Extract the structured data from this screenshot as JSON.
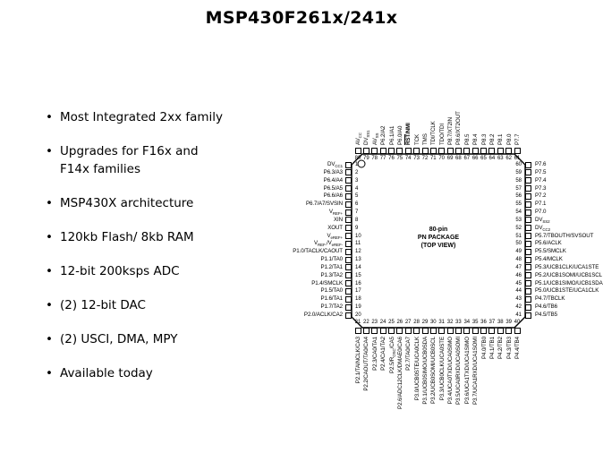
{
  "colors": {
    "text": "#000000",
    "background": "#ffffff"
  },
  "title": "MSP430F261x/241x",
  "bullets": [
    "Most Integrated 2xx family",
    "Upgrades for F16x and\nF14x families",
    "MSP430X architecture",
    "120kb Flash/ 8kb RAM",
    "12-bit 200ksps ADC",
    "(2) 12-bit DAC",
    "(2) USCI, DMA, MPY",
    "Available today"
  ],
  "chip": {
    "package_lines": [
      "80-pin",
      "PN PACKAGE",
      "(TOP VIEW)"
    ],
    "left_pins": [
      {
        "num": 1,
        "label": "DV{CC1}"
      },
      {
        "num": 2,
        "label": "P6.3/A3"
      },
      {
        "num": 3,
        "label": "P6.4/A4"
      },
      {
        "num": 4,
        "label": "P6.5/A5"
      },
      {
        "num": 5,
        "label": "P6.6/A6"
      },
      {
        "num": 6,
        "label": "P6.7/A7/SVSIN"
      },
      {
        "num": 7,
        "label": "V{REF+}"
      },
      {
        "num": 8,
        "label": "XIN"
      },
      {
        "num": 9,
        "label": "XOUT"
      },
      {
        "num": 10,
        "label": "V{eREF+}"
      },
      {
        "num": 11,
        "label": "V{REF-}/V{eREF-}"
      },
      {
        "num": 12,
        "label": "P1.0/TACLK/CAOUT"
      },
      {
        "num": 13,
        "label": "P1.1/TA0"
      },
      {
        "num": 14,
        "label": "P1.2/TA1"
      },
      {
        "num": 15,
        "label": "P1.3/TA2"
      },
      {
        "num": 16,
        "label": "P1.4/SMCLK"
      },
      {
        "num": 17,
        "label": "P1.5/TA0"
      },
      {
        "num": 18,
        "label": "P1.6/TA1"
      },
      {
        "num": 19,
        "label": "P1.7/TA2"
      },
      {
        "num": 20,
        "label": "P2.0/ACLK/CA2"
      }
    ],
    "top_pins": [
      {
        "num": 80,
        "label": "AV{CC}"
      },
      {
        "num": 79,
        "label": "DV{SS1}"
      },
      {
        "num": 78,
        "label": "AV{SS}"
      },
      {
        "num": 77,
        "label": "P6.2/A2"
      },
      {
        "num": 76,
        "label": "P6.1/A1"
      },
      {
        "num": 75,
        "label": "P6.0/A0"
      },
      {
        "num": 74,
        "label": "[RST]/NMI",
        "bold": true
      },
      {
        "num": 73,
        "label": "TCK"
      },
      {
        "num": 72,
        "label": "TMS"
      },
      {
        "num": 71,
        "label": "TDI/TCLK"
      },
      {
        "num": 70,
        "label": "TDO/TDI"
      },
      {
        "num": 69,
        "label": "P8.7/XT2IN"
      },
      {
        "num": 68,
        "label": "P8.6/XT2OUT"
      },
      {
        "num": 67,
        "label": "P8.5"
      },
      {
        "num": 66,
        "label": "P8.4"
      },
      {
        "num": 65,
        "label": "P8.3"
      },
      {
        "num": 64,
        "label": "P8.2"
      },
      {
        "num": 63,
        "label": "P8.1"
      },
      {
        "num": 62,
        "label": "P8.0"
      },
      {
        "num": 61,
        "label": "P7.7"
      }
    ],
    "right_pins": [
      {
        "num": 60,
        "label": "P7.6"
      },
      {
        "num": 59,
        "label": "P7.5"
      },
      {
        "num": 58,
        "label": "P7.4"
      },
      {
        "num": 57,
        "label": "P7.3"
      },
      {
        "num": 56,
        "label": "P7.2"
      },
      {
        "num": 55,
        "label": "P7.1"
      },
      {
        "num": 54,
        "label": "P7.0"
      },
      {
        "num": 53,
        "label": "DV{SS2}"
      },
      {
        "num": 52,
        "label": "DV{CC2}"
      },
      {
        "num": 51,
        "label": "P5.7/TBOUTH/SVSOUT"
      },
      {
        "num": 50,
        "label": "P5.6/ACLK"
      },
      {
        "num": 49,
        "label": "P5.5/SMCLK"
      },
      {
        "num": 48,
        "label": "P5.4/MCLK"
      },
      {
        "num": 47,
        "label": "P5.3/UCB1CLK/UCA1STE"
      },
      {
        "num": 46,
        "label": "P5.2/UCB1SOMI/UCB1SCL"
      },
      {
        "num": 45,
        "label": "P5.1/UCB1SIMO/UCB1SDA"
      },
      {
        "num": 44,
        "label": "P5.0/UCB1STE/UCA1CLK"
      },
      {
        "num": 43,
        "label": "P4.7/TBCLK"
      },
      {
        "num": 42,
        "label": "P4.6/TB6"
      },
      {
        "num": 41,
        "label": "P4.5/TB5"
      }
    ],
    "bottom_pins": [
      {
        "num": 21,
        "label": "P2.1/TAINCLK/CA3"
      },
      {
        "num": 22,
        "label": "P2.2/CAOUT/TA0/CA4"
      },
      {
        "num": 23,
        "label": "P2.3/CA0/TA1"
      },
      {
        "num": 24,
        "label": "P2.4/CA1/TA2"
      },
      {
        "num": 25,
        "label": "P2.5/R{OSC}/CA5"
      },
      {
        "num": 26,
        "label": "P2.6/ADC12CLK/DMAE0/CA6"
      },
      {
        "num": 27,
        "label": "P2.7/TA0/CA7"
      },
      {
        "num": 28,
        "label": "P3.0/UCB0STE/UCA0CLK"
      },
      {
        "num": 29,
        "label": "P3.1/UCB0SIMO/UCB0SDA"
      },
      {
        "num": 30,
        "label": "P3.2/UCB0SOMI/UCB0SCL"
      },
      {
        "num": 31,
        "label": "P3.3/UCB0CLK/UCA0STE"
      },
      {
        "num": 32,
        "label": "P3.4/UCA0TXD/UCA0SIMO"
      },
      {
        "num": 33,
        "label": "P3.5/UCA0RXD/UCA0SOMI"
      },
      {
        "num": 34,
        "label": "P3.6/UCA1TXD/UCA1SIMO"
      },
      {
        "num": 35,
        "label": "P3.7/UCA1RXD/UCA1SOMI"
      },
      {
        "num": 36,
        "label": "P4.0/TB0"
      },
      {
        "num": 37,
        "label": "P4.1/TB1"
      },
      {
        "num": 38,
        "label": "P4.2/TB2"
      },
      {
        "num": 39,
        "label": "P4.3/TB3"
      },
      {
        "num": 40,
        "label": "P4.4/TB4"
      }
    ]
  }
}
